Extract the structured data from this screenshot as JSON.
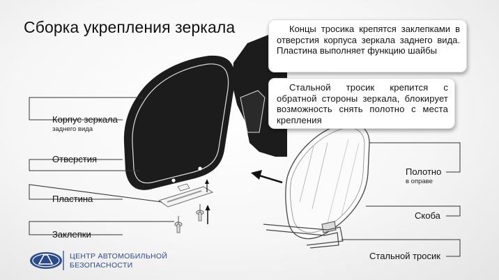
{
  "title": "Сборка укрепления зеркала",
  "callouts": [
    {
      "text": "Концы тросика крепятся заклепками в отверстия корпуса зеркала заднего вида. Пластина выполняет функцию шайбы"
    },
    {
      "text": "Стальной тросик крепится с обратной стороны зеркала, блокирует возможность снять полотно с места крепления"
    }
  ],
  "labels": {
    "housing": "Корпус зеркала",
    "housing_sub": "заднего вида",
    "holes": "Отверстия",
    "plate": "Пластина",
    "rivets": "Заклепки",
    "glass": "Полотно",
    "glass_sub": "в оправе",
    "bracket": "Скоба",
    "cable": "Стальной тросик"
  },
  "logo": {
    "line1": "ЦЕНТР АВТОМОБИЛЬНОЙ",
    "line2": "БЕЗОПАСНОСТИ",
    "color": "#2b4a8a"
  },
  "colors": {
    "housing": "#1c1c1c",
    "leader": "#333333"
  }
}
